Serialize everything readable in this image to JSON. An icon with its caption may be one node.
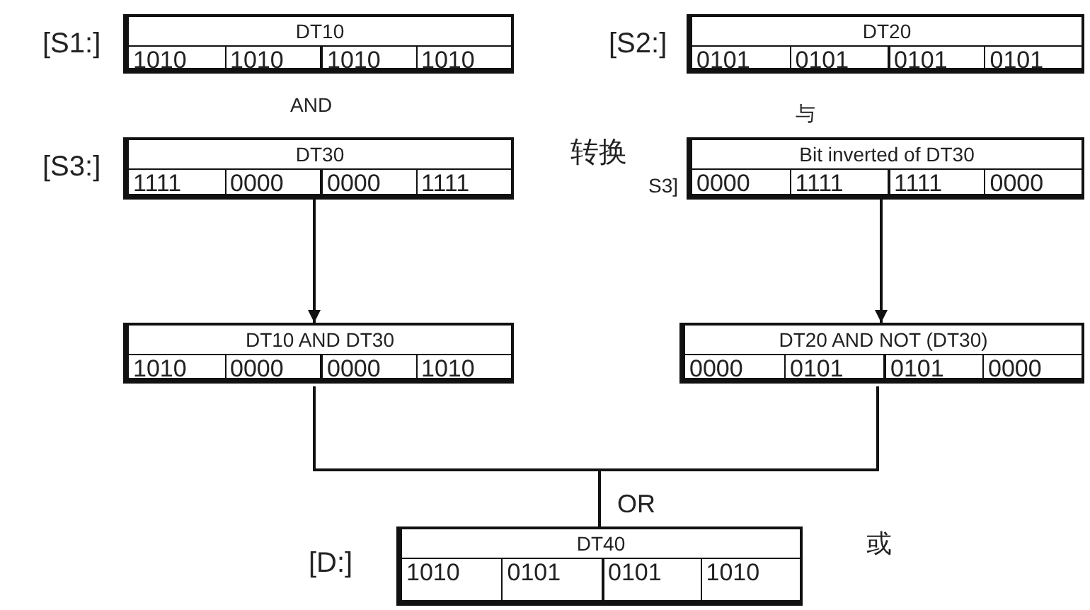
{
  "diagram": {
    "nodes": [
      {
        "text": [
          "DT10",
          "1010",
          "1010",
          "1010",
          "1010"
        ],
        "beside": [
          "[S1:]"
        ]
      },
      {
        "text": [
          "DT20",
          "0101",
          "0101",
          "0101",
          "0101"
        ],
        "beside": [
          "[S2:]"
        ]
      },
      {
        "text": [
          "DT30",
          "1111",
          "0000",
          "0000",
          "1111"
        ],
        "beside": [
          "[S3:]"
        ]
      },
      {
        "text": [
          "Bit inverted of DT30",
          "0000",
          "1111",
          "1111",
          "0000"
        ],
        "beside": [
          "转换",
          "S3]"
        ]
      },
      {
        "text": [
          "DT10 AND DT30",
          "1010",
          "0000",
          "0000",
          "1010"
        ]
      },
      {
        "text": [
          "DT20 AND NOT (DT30)",
          "0000",
          "0101",
          "0101",
          "0000"
        ]
      },
      {
        "text": [
          "DT40",
          "1010",
          "0101",
          "0101",
          "1010"
        ],
        "beside": [
          "[D:]"
        ]
      }
    ],
    "edges": [
      {
        "from": 2,
        "to": 4,
        "arrow": "to"
      },
      {
        "from": 3,
        "to": 5,
        "arrow": "to"
      },
      {
        "from": 4,
        "to": 6,
        "arrow": "none"
      },
      {
        "from": 5,
        "to": 6,
        "arrow": "none"
      }
    ],
    "labels": [
      "AND",
      "与",
      "OR",
      "或"
    ]
  }
}
